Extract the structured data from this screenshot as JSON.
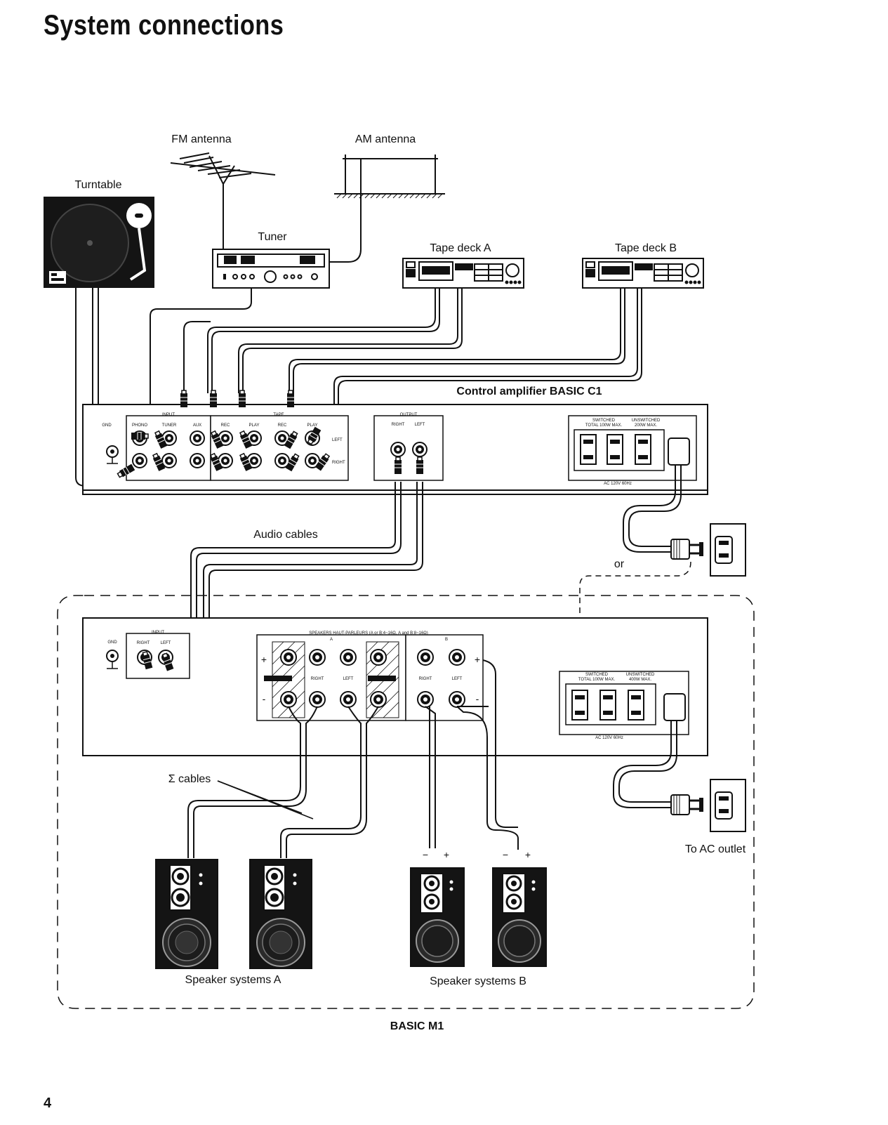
{
  "page": {
    "title": "System connections",
    "page_number": "4"
  },
  "components": {
    "fm_antenna": "FM antenna",
    "am_antenna": "AM antenna",
    "turntable": "Turntable",
    "tuner": "Tuner",
    "tape_deck_a": "Tape deck A",
    "tape_deck_b": "Tape deck B",
    "control_amplifier": "Control amplifier BASIC C1",
    "power_amplifier": "BASIC M1",
    "speakers_a": "Speaker systems A",
    "speakers_b": "Speaker systems B"
  },
  "cables": {
    "audio_cables": "Audio cables",
    "sigma_cables": "Σ cables",
    "or": "or",
    "to_ac_outlet": "To AC outlet"
  },
  "c1_panel": {
    "gnd": "GND",
    "input": "INPUT",
    "phono": "PHONO",
    "tuner": "TUNER",
    "aux": "AUX",
    "tape": "TAPE",
    "rec_a": "REC",
    "play_a": "PLAY",
    "rec_b": "REC",
    "play_b": "PLAY",
    "left": "LEFT",
    "right": "RIGHT",
    "output": "OUTPUT",
    "output_right": "RIGHT",
    "output_left": "LEFT",
    "switched": "SWITCHED",
    "switched_total": "TOTAL 100W MAX.",
    "unswitched": "UNSWITCHED",
    "unswitched_total": "200W MAX.",
    "ac": "AC 120V 60Hz"
  },
  "m1_panel": {
    "gnd": "GND",
    "input": "INPUT",
    "right": "RIGHT",
    "left": "LEFT",
    "speakers": "SPEAKERS HAUT-PARLEURS (A or B:4~16Ω, A and B:8~16Ω)",
    "a": "A",
    "b": "B",
    "sp_right": "RIGHT",
    "sp_left": "LEFT",
    "b_right": "RIGHT",
    "b_left": "LEFT",
    "switched": "SWITCHED",
    "switched_total": "TOTAL 100W MAX.",
    "unswitched": "UNSWITCHED",
    "unswitched_total": "400W MAX.",
    "ac": "AC 120V 60Hz"
  },
  "polarity": {
    "minus": "−",
    "plus": "+"
  },
  "icons": [
    "fm-antenna-icon",
    "am-antenna-icon",
    "turntable-icon",
    "tuner-icon",
    "tape-deck-icon",
    "speaker-icon",
    "ac-plug-icon",
    "wall-outlet-icon",
    "rca-plug-icon",
    "ground-icon"
  ]
}
